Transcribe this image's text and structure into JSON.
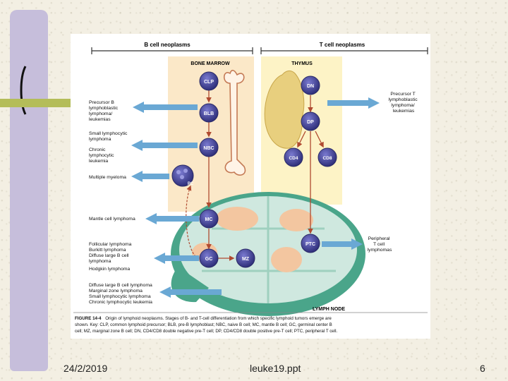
{
  "header": {
    "b_cell_title": "B cell neoplasms",
    "t_cell_title": "T cell neoplasms"
  },
  "regions": {
    "bone_marrow": "BONE MARROW",
    "thymus": "THYMUS",
    "lymph_node": "LYMPH NODE"
  },
  "cells": {
    "clp": "CLP",
    "blb": "BLB",
    "nbc": "NBC",
    "pc": "PC",
    "mc": "MC",
    "gc": "GC",
    "mz": "MZ",
    "dn": "DN",
    "dp": "DP",
    "cd4": "CD4",
    "cd8": "CD8",
    "ptc": "PTC"
  },
  "neoplasms": {
    "precursor_b": [
      "Precursor B",
      "lymphoblastic",
      "lymphoma/",
      "leukemias"
    ],
    "small_lymphocytic": [
      "Small lymphocytic",
      "lymphoma",
      "Chronic",
      "lymphocytic",
      "leukemia"
    ],
    "multiple_myeloma": [
      "Multiple myeloma"
    ],
    "mantle_cell": [
      "Mantle cell lymphoma"
    ],
    "follicular": [
      "Follicular lymphoma",
      "Burkitt lymphoma",
      "Diffuse large B cell",
      "lymphoma",
      "Hodgkin lymphoma"
    ],
    "diffuse_large": [
      "Diffuse large B cell lymphoma",
      "Marginal zone lymphoma",
      "Small lymphocytic lymphoma",
      "Chronic lymphocytic leukemia"
    ],
    "precursor_t": [
      "Precursor T",
      "lymphoblastic",
      "lymphoma/",
      "leukemias"
    ],
    "peripheral_t": [
      "Peripheral",
      "T cell",
      "lymphomas"
    ]
  },
  "caption": {
    "figure_label": "FIGURE 14-4",
    "line1": "Origin of lymphoid neoplasms. Stages of B- and T-cell differentiation from which specific lymphoid tumors emerge are",
    "line2": "shown. Key: CLP, common lymphoid precursor; BLB, pre-B lymphoblast; NBC, naive B cell; MC, mantle B cell; GC, germinal center B",
    "line3": "cell; MZ, marginal zone B cell; DN, CD4/CD8 double negative pre-T cell; DP, CD4/CD8 double positive pre-T cell; PTC, peripheral T cell."
  },
  "footer": {
    "date": "24/2/2019",
    "filename": "leuke19.ppt",
    "page": "6"
  },
  "colors": {
    "cell": "#3f3f8c",
    "arrow_blue": "#6aa8d4",
    "node_green": "#cfe8df",
    "marrow_bg": "#fbe8c8",
    "thymus_bg": "#fdf3c6"
  }
}
